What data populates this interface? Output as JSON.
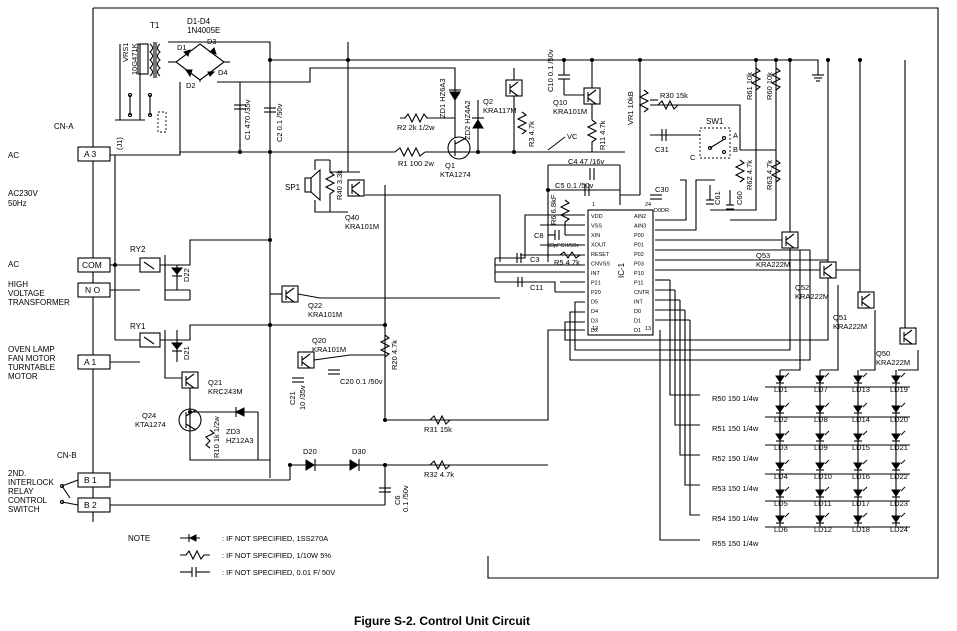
{
  "figure": {
    "caption": "Figure S-2. Control Unit Circuit"
  },
  "connectors": {
    "cn_a": "CN-A",
    "cn_b": "CN-B",
    "pins": [
      {
        "id": "a3",
        "label": "A 3"
      },
      {
        "id": "com",
        "label": "COM"
      },
      {
        "id": "no",
        "label": "N O"
      },
      {
        "id": "a1",
        "label": "A 1"
      },
      {
        "id": "b1",
        "label": "B 1"
      },
      {
        "id": "b2",
        "label": "B 2"
      }
    ]
  },
  "side_labels": {
    "ac_top": "AC",
    "ac230_1": "AC230V",
    "ac230_2": "50Hz",
    "ac_mid": "AC",
    "hvt_1": "HIGH",
    "hvt_2": "VOLTAGE",
    "hvt_3": "TRANSFORMER",
    "oven_1": "OVEN LAMP",
    "oven_2": "FAN MOTOR",
    "oven_3": "TURNTABLE",
    "oven_4": "MOTOR",
    "int_1": "2ND.",
    "int_2": "INTERLOCK",
    "int_3": "RELAY",
    "int_4": "CONTROL",
    "int_5": "SWITCH"
  },
  "components": {
    "t1": "T1",
    "d1d4_a": "D1-D4",
    "d1d4_b": "1N4005E",
    "d1": "D1",
    "d2": "D2",
    "d3": "D3",
    "d4": "D4",
    "vrs1_a": "VRS1",
    "vrs1_b": "10G471K",
    "j1": "(J1)",
    "c1": "C1 470 /35v",
    "c2": "C2 0.1 /50v",
    "zd1": "ZD1 HZ6A3",
    "zd2": "ZD2 HZ4A2",
    "r2": "R2 2k 1/2w",
    "r1": "R1 100 2w",
    "q1_a": "Q1",
    "q1_b": "KTA1274",
    "q2_a": "Q2",
    "q2_b": "KRA117M",
    "r3": "R3 4.7k",
    "c10": "C10 0.1 /50v",
    "q10_a": "Q10",
    "q10_b": "KRA101M",
    "r11": "R11 4.7k",
    "vc": "VC",
    "c4": "C4 47 /16v",
    "c5": "C5 0.1 /50v",
    "r6": "R6 6.8kF",
    "c8": "C8",
    "c8v": "33pFCH/50v",
    "c3": "C3",
    "r5": "R5 4.7k",
    "c11": "C11",
    "vr1": "VR1 10kB",
    "r30": "R30 15k",
    "c31": "C31",
    "sw1": "SW1",
    "sw1_a": "A",
    "sw1_b": "B",
    "sw1_c": "C",
    "r61": "R61 10k",
    "r60": "R60 10k",
    "c30": "C30",
    "c61": "C61",
    "c60": "C60",
    "r62": "R62 4.7k",
    "r63": "R63 4.7k",
    "sp1": "SP1",
    "r40": "R40 3.3k",
    "q40_a": "Q40",
    "q40_b": "KRA101M",
    "ry2": "RY2",
    "d22": "D22",
    "q22_a": "Q22",
    "q22_b": "KRA101M",
    "ry1": "RY1",
    "d21": "D21",
    "q20_a": "Q20",
    "q20_b": "KRA101M",
    "r20": "R20 4.7k",
    "c21": "C21",
    "c21v": "10 /35v",
    "c20": "C20 0.1 /50v",
    "q21_a": "Q21",
    "q21_b": "KRC243M",
    "q24_a": "Q24",
    "q24_b": "KTA1274",
    "r10": "R10 1k 1/2w",
    "zd3_a": "ZD3",
    "zd3_b": "HZ12A3",
    "d20": "D20",
    "d30": "D30",
    "r31": "R31 15k",
    "r32": "R32 4.7k",
    "c6": "C6",
    "c6v": "0.1 /50v",
    "q53_a": "Q53",
    "q53_b": "KRA222M",
    "q52_a": "Q52",
    "q52_b": "KRA222M",
    "q51_a": "Q51",
    "q51_b": "KRA222M",
    "q50_a": "Q50",
    "q50_b": "KRA222M",
    "r50": "R50 150 1/4w",
    "r51": "R51 150 1/4w",
    "r52": "R52 150 1/4w",
    "r53": "R53 150 1/4w",
    "r54": "R54 150 1/4w",
    "r55": "R55 150 1/4w"
  },
  "ic": {
    "name": "IC-1",
    "left_pins": [
      "VDD",
      "VSS",
      "XIN",
      "XOUT",
      "RESET",
      "CNVSS",
      "INT",
      "P21",
      "P20",
      "D5",
      "D4",
      "D3",
      "D2"
    ],
    "right_pins": [
      "AIN2",
      "AIN3",
      "P00",
      "P01",
      "P02",
      "P03",
      "P10",
      "P11",
      "CNTR",
      "INT",
      "D0",
      "D1",
      "D1"
    ],
    "pin1": "1",
    "pin12": "12",
    "pin13": "13",
    "pin24": "24",
    "pin_d0dr": "D0DR"
  },
  "leds": [
    "LD1",
    "LD7",
    "LD13",
    "LD19",
    "LD2",
    "LD8",
    "LD14",
    "LD20",
    "LD3",
    "LD9",
    "LD15",
    "LD21",
    "LD4",
    "LD10",
    "LD16",
    "LD22",
    "LD5",
    "LD11",
    "LD17",
    "LD23",
    "LD6",
    "LD12",
    "LD18",
    "LD24"
  ],
  "notes": {
    "title": "NOTE",
    "diode": ": IF NOT SPECIFIED, 1SS270A",
    "resistor": ": IF NOT SPECIFIED, 1/10W  5%",
    "capacitor": ": IF NOT SPECIFIED, 0.01  F/ 50V"
  }
}
